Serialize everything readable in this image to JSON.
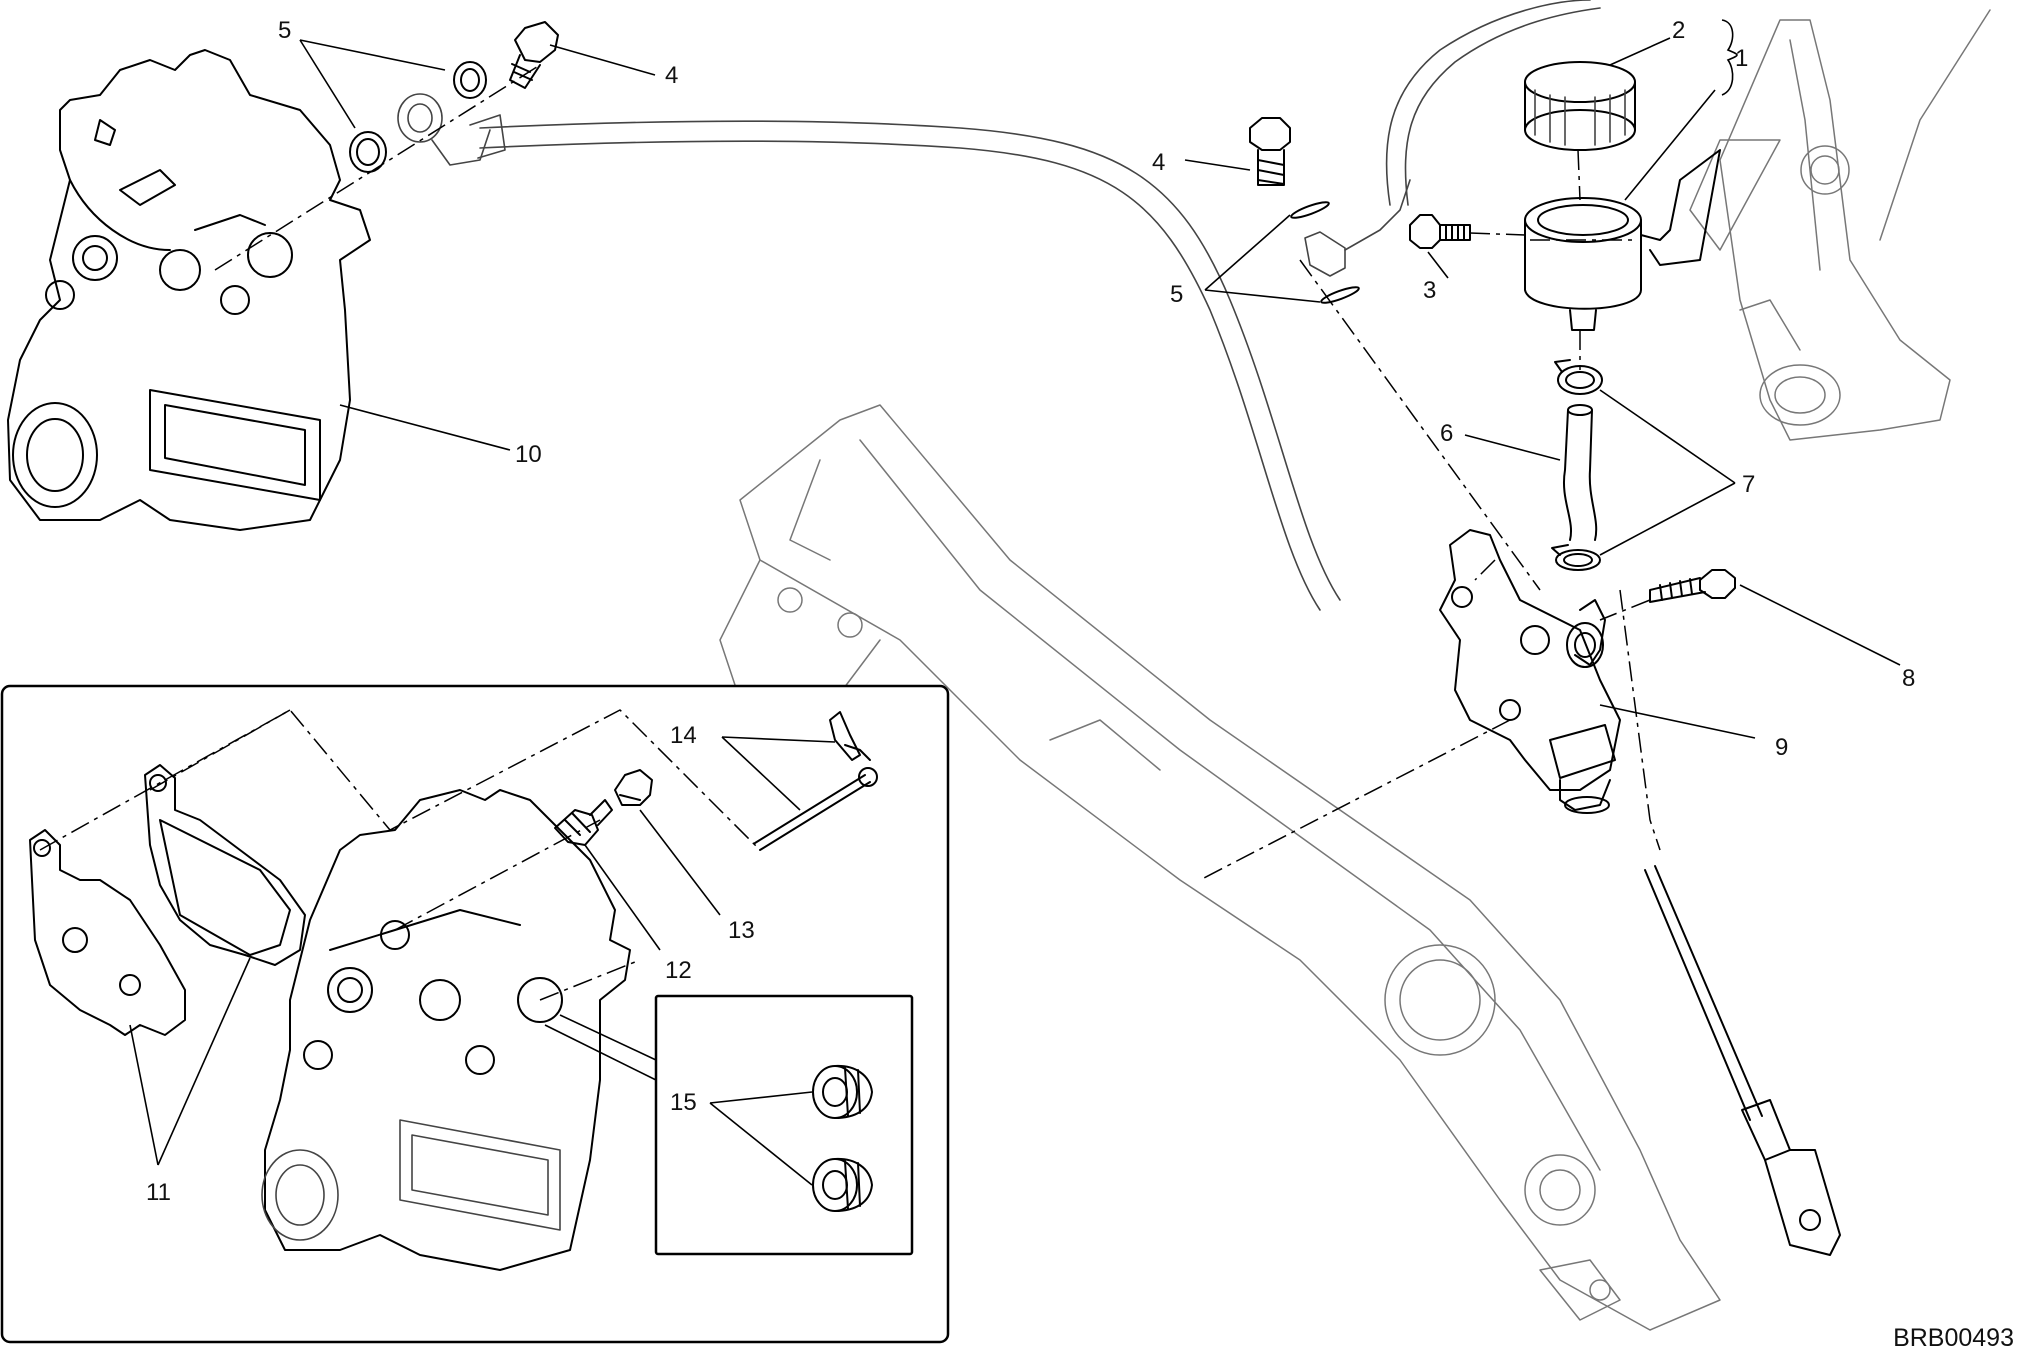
{
  "diagram": {
    "drawing_code": "BRB00493",
    "callouts": [
      "1",
      "2",
      "3",
      "4",
      "5",
      "6",
      "7",
      "8",
      "9",
      "10",
      "11",
      "12",
      "13",
      "14",
      "15"
    ],
    "callouts_repeated": {
      "caliper_bleed": "4",
      "caliper_washers": "5",
      "master_banjo": "4",
      "master_washers": "5"
    }
  }
}
